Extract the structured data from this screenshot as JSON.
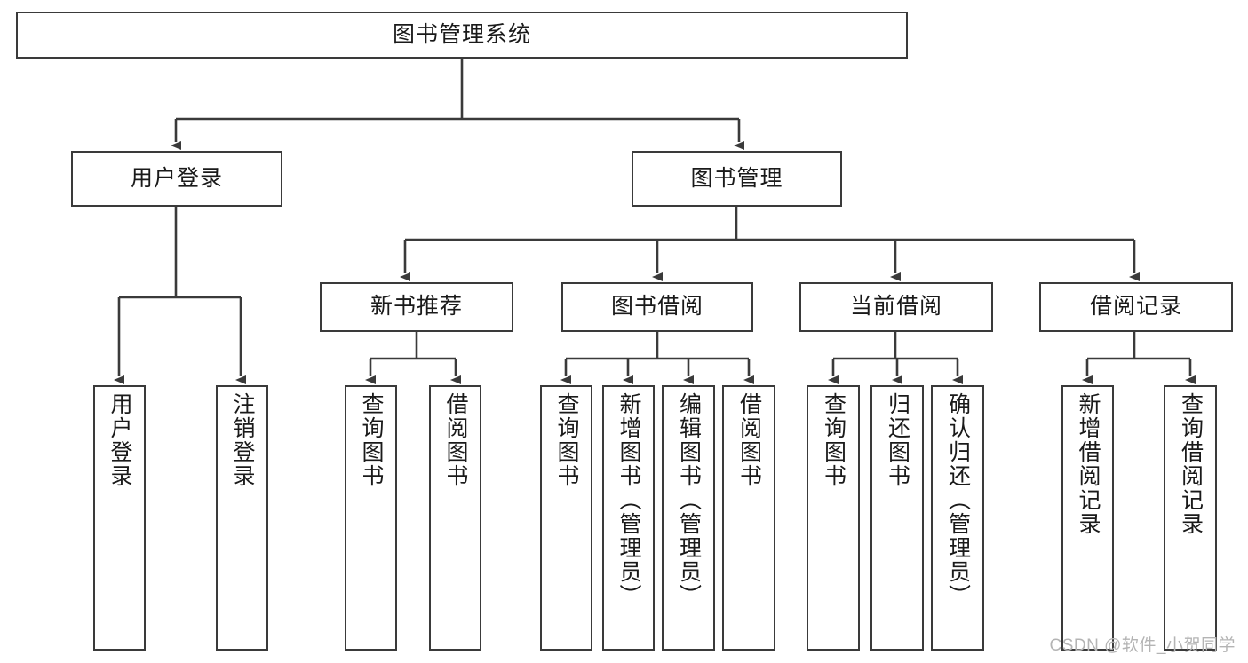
{
  "diagram": {
    "title": "图书管理系统",
    "type": "hierarchy-tree",
    "root": {
      "label": "图书管理系统"
    },
    "level2": [
      {
        "label": "用户登录"
      },
      {
        "label": "图书管理"
      }
    ],
    "level3": [
      {
        "label": "新书推荐"
      },
      {
        "label": "图书借阅"
      },
      {
        "label": "当前借阅"
      },
      {
        "label": "借阅记录"
      }
    ],
    "leaves": {
      "user_login": [
        {
          "label": "用户登录"
        },
        {
          "label": "注销登录"
        }
      ],
      "new_book_recommend": [
        {
          "label": "查询图书"
        },
        {
          "label": "借阅图书"
        }
      ],
      "book_borrow": [
        {
          "label": "查询图书"
        },
        {
          "label": "新增图书（管理员）"
        },
        {
          "label": "编辑图书（管理员）"
        },
        {
          "label": "借阅图书"
        }
      ],
      "current_borrow": [
        {
          "label": "查询图书"
        },
        {
          "label": "归还图书"
        },
        {
          "label": "确认归还（管理员）"
        }
      ],
      "borrow_record": [
        {
          "label": "新增借阅记录"
        },
        {
          "label": "查询借阅记录"
        }
      ]
    }
  },
  "watermark": {
    "text": "CSDN @软件_小贺同学"
  },
  "colors": {
    "box_border": "#3a3a3a",
    "connector": "#3a3a3a",
    "text": "#1a1a1a",
    "background": "#ffffff",
    "watermark": "#b4b4b4"
  }
}
